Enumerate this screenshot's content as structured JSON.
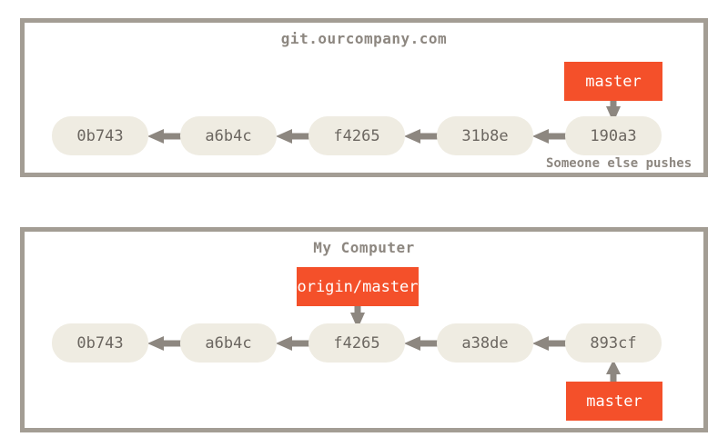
{
  "diagram": {
    "title_server": "git.ourcompany.com",
    "title_local": "My Computer",
    "accent_color": "#f4502a",
    "node_color": "#efece2",
    "border_color": "#a39d94",
    "arrow_color": "#8d8780",
    "text_color": "#6b6660"
  },
  "server_panel": {
    "title": "git.ourcompany.com",
    "commits": [
      {
        "id": "0b743"
      },
      {
        "id": "a6b4c"
      },
      {
        "id": "f4265"
      },
      {
        "id": "31b8e"
      },
      {
        "id": "190a3"
      }
    ],
    "labels": [
      {
        "name": "master",
        "points_to": "190a3"
      }
    ],
    "annotation": "Someone else pushes"
  },
  "local_panel": {
    "title": "My Computer",
    "commits": [
      {
        "id": "0b743"
      },
      {
        "id": "a6b4c"
      },
      {
        "id": "f4265"
      },
      {
        "id": "a38de"
      },
      {
        "id": "893cf"
      }
    ],
    "labels": [
      {
        "name": "origin/master",
        "points_to": "f4265"
      },
      {
        "name": "master",
        "points_to": "893cf"
      }
    ]
  }
}
